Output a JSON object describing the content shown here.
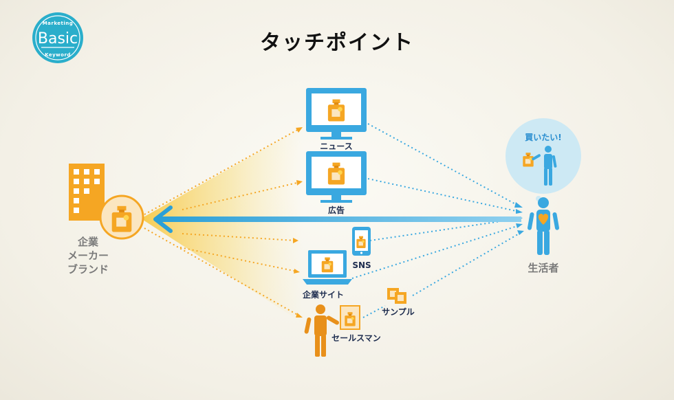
{
  "badge": {
    "top": "Marketing",
    "main": "Basic",
    "bottom": "Keyword"
  },
  "title": "タッチポイント",
  "brand": {
    "lines": [
      "企業",
      "メーカー",
      "ブランド"
    ]
  },
  "consumer": {
    "label": "生活者",
    "bubble_text": "買いたい!"
  },
  "touchpoints": {
    "news": "ニュース",
    "ad": "広告",
    "sns": "SNS",
    "website": "企業サイト",
    "sample": "サンプル",
    "salesperson": "セールスマン"
  },
  "colors": {
    "orange": "#f5a623",
    "orange_dark": "#e08a10",
    "blue": "#3aa8e0",
    "blue_dark": "#2b8fc9",
    "navy": "#1d2c4e",
    "badge": "#2aaecb"
  }
}
